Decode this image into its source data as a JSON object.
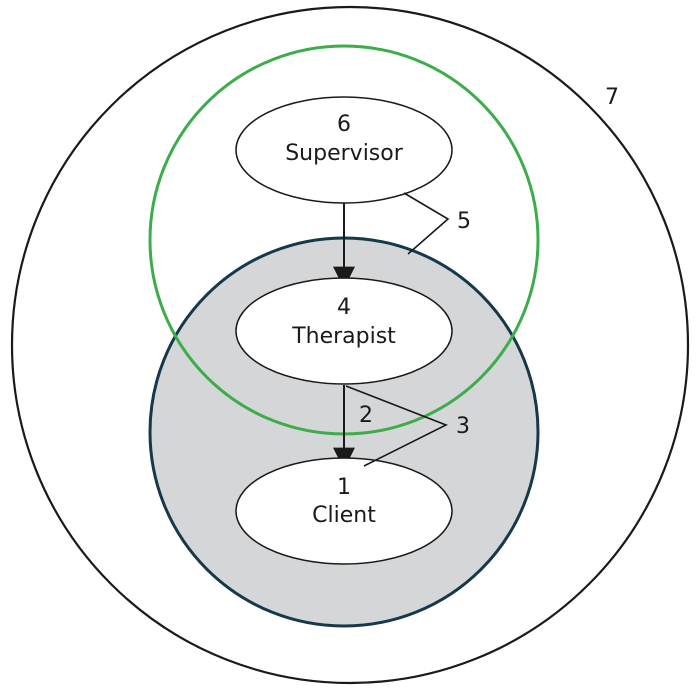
{
  "context_label": "7",
  "nodes": {
    "supervisor": {
      "number": "6",
      "label": "Supervisor"
    },
    "therapist": {
      "number": "4",
      "label": "Therapist"
    },
    "client": {
      "number": "1",
      "label": "Client"
    }
  },
  "relations": {
    "therapist_client_arrow": "2",
    "parallel_process": "3",
    "supervisory_relationship": "5"
  },
  "colors": {
    "outer_circle": "#1a1a1a",
    "supervision_circle": "#3cad4a",
    "therapy_circle": "#15384a",
    "therapy_fill": "#d5d6d8",
    "ellipse_fill": "#ffffff"
  }
}
